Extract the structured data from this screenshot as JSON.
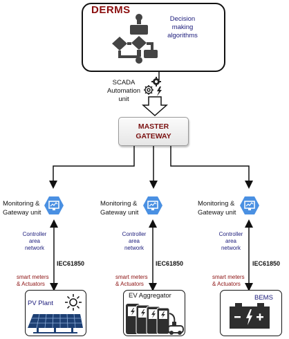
{
  "derms": {
    "title": "DERMS",
    "decision": [
      "Decision",
      "making",
      "algorithms"
    ]
  },
  "scada": [
    "SCADA",
    "Automation",
    "unit"
  ],
  "master_gateway": [
    "MASTER",
    "GATEWAY"
  ],
  "branches": [
    {
      "monitoring": [
        "Monitoring &",
        "Gateway unit"
      ],
      "network": [
        "Controller",
        "area",
        "network"
      ],
      "protocol": "IEC61850",
      "devices_link": [
        "smart meters",
        "& Actuators"
      ],
      "device": "PV Plant"
    },
    {
      "monitoring": [
        "Monitoring &",
        "Gateway unit"
      ],
      "network": [
        "Controller",
        "area",
        "network"
      ],
      "protocol": "IEC61850",
      "devices_link": [
        "smart meters",
        "& Actuators"
      ],
      "device": "EV Aggregator"
    },
    {
      "monitoring": [
        "Monitoring &",
        "Gateway unit"
      ],
      "network": [
        "Controller",
        "area",
        "network"
      ],
      "protocol": "IEC61850",
      "devices_link": [
        "smart meters",
        "& Actuators"
      ],
      "device": "BEMS"
    }
  ],
  "colors": {
    "title_red": "#8b0f0f",
    "label_blue": "#1a1a7a",
    "gateway_icon_blue": "#4a90e2"
  }
}
